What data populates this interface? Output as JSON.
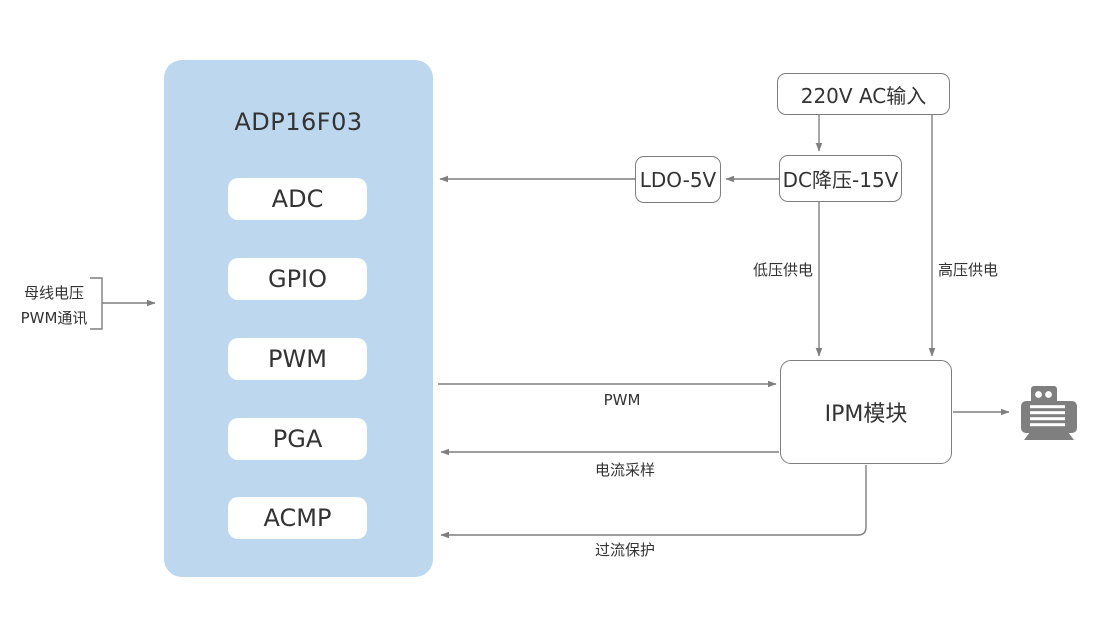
{
  "mcu": {
    "title": "ADP16F03",
    "modules": [
      "ADC",
      "GPIO",
      "PWM",
      "PGA",
      "ACMP"
    ]
  },
  "external_input": {
    "line1": "母线电压",
    "line2": "PWM通讯"
  },
  "power_chain": {
    "ac_input": "220V AC输入",
    "dc_buck": "DC降压-15V",
    "ldo": "LDO-5V"
  },
  "ipm": {
    "label": "IPM模块"
  },
  "edge_labels": {
    "pwm": "PWM",
    "current_sampling": "电流采样",
    "overcurrent_protection": "过流保护",
    "low_voltage_supply": "低压供电",
    "high_voltage_supply": "高压供电"
  },
  "icons": {
    "motor": "motor-icon"
  },
  "colors": {
    "mcu_fill": "#BDD7EE",
    "node_fill": "#FFFFFF",
    "node_border": "#7F7F7F",
    "line": "#7F7F7F",
    "text": "#333333",
    "motor_icon": "#7F7F7F",
    "background": "#FFFFFF"
  }
}
